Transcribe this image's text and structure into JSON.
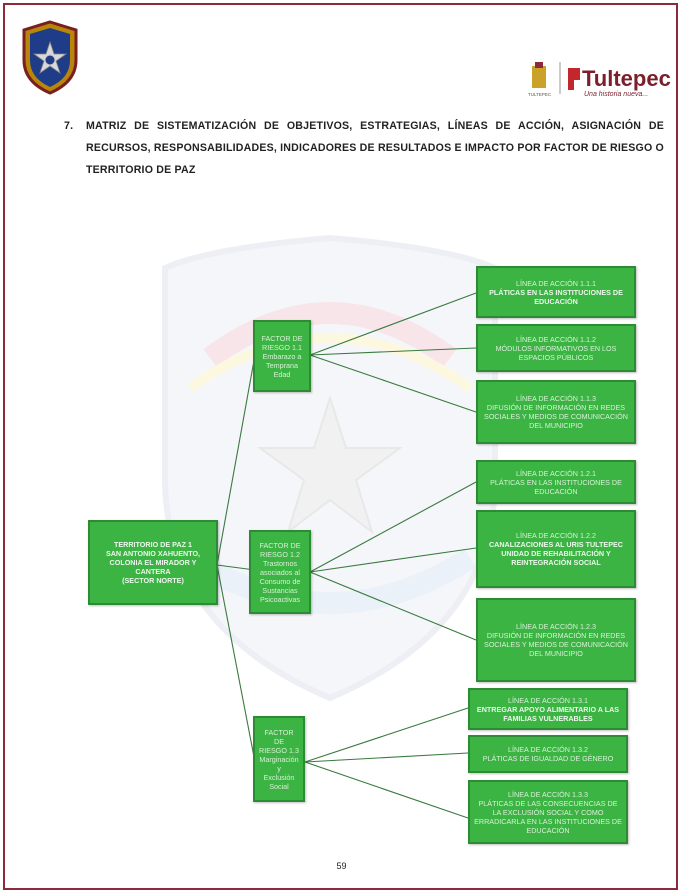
{
  "heading": {
    "number": "7.",
    "text": "MATRIZ DE SISTEMATIZACIÓN DE OBJETIVOS, ESTRATEGIAS, LÍNEAS DE ACCIÓN, ASIGNACIÓN DE RECURSOS, RESPONSABILIDADES, INDICADORES DE RESULTADOS E IMPACTO POR FACTOR DE RIESGO O TERRITORIO DE PAZ"
  },
  "logos": {
    "right_brand": "Tultepec",
    "right_slogan": "Una historia nueva...",
    "right_small": "TULTEPEC"
  },
  "territory": {
    "lines": [
      "TERRITORIO DE PAZ 1",
      "SAN ANTONIO XAHUENTO,",
      "COLONIA EL MIRADOR Y",
      "CANTERA",
      "(SECTOR NORTE)"
    ]
  },
  "factors": [
    {
      "lines": [
        "FACTOR DE",
        "RIESGO 1.1",
        "Embarazo a",
        "Temprana",
        "Edad"
      ]
    },
    {
      "lines": [
        "FACTOR DE",
        "RIESGO 1.2",
        "Trastornos",
        "asociados al",
        "Consumo de",
        "Sustancias",
        "Psicoactivas"
      ]
    },
    {
      "lines": [
        "FACTOR DE",
        "RIESGO 1.3",
        "Marginación",
        "y",
        "Exclusión",
        "Social"
      ]
    }
  ],
  "actions": [
    {
      "title": "LÍNEA DE ACCIÓN 1.1.1",
      "body": "PLÁTICAS EN LAS INSTITUCIONES DE EDUCACIÓN"
    },
    {
      "title": "LÍNEA DE ACCIÓN 1.1.2",
      "body": "MÓDULOS INFORMATIVOS EN LOS ESPACIOS PÚBLICOS"
    },
    {
      "title": "LÍNEA DE ACCIÓN 1.1.3",
      "body": "DIFUSIÓN DE INFORMACIÓN EN REDES SOCIALES Y MEDIOS DE COMUNICACIÓN DEL MUNICIPIO"
    },
    {
      "title": "LÍNEA DE ACCIÓN 1.2.1",
      "body": "PLÁTICAS EN LAS INSTITUCIONES DE EDUCACIÓN"
    },
    {
      "title": "LÍNEA DE ACCIÓN 1.2.2",
      "body": "CANALIZACIONES AL URIS TULTEPEC UNIDAD DE REHABILITACIÓN Y REINTEGRACIÓN SOCIAL"
    },
    {
      "title": "LÍNEA DE ACCIÓN 1.2.3",
      "body": "DIFUSIÓN DE INFORMACIÓN EN REDES SOCIALES Y MEDIOS DE COMUNICACIÓN DEL MUNICIPIO"
    },
    {
      "title": "LÍNEA DE ACCIÓN 1.3.1",
      "body": "ENTREGAR APOYO ALIMENTARIO A LAS FAMILIAS VULNERABLES"
    },
    {
      "title": "LÍNEA DE ACCIÓN 1.3.2",
      "body": "PLÁTICAS DE IGUALDAD DE GÉNERO"
    },
    {
      "title": "LÍNEA DE ACCIÓN 1.3.3",
      "body": "PLÁTICAS DE LAS CONSECUENCIAS DE LA EXCLUSIÓN SOCIAL Y COMO ERRADICARLA EN LAS INSTITUCIONES DE EDUCACIÓN"
    }
  ],
  "page_number": "59"
}
